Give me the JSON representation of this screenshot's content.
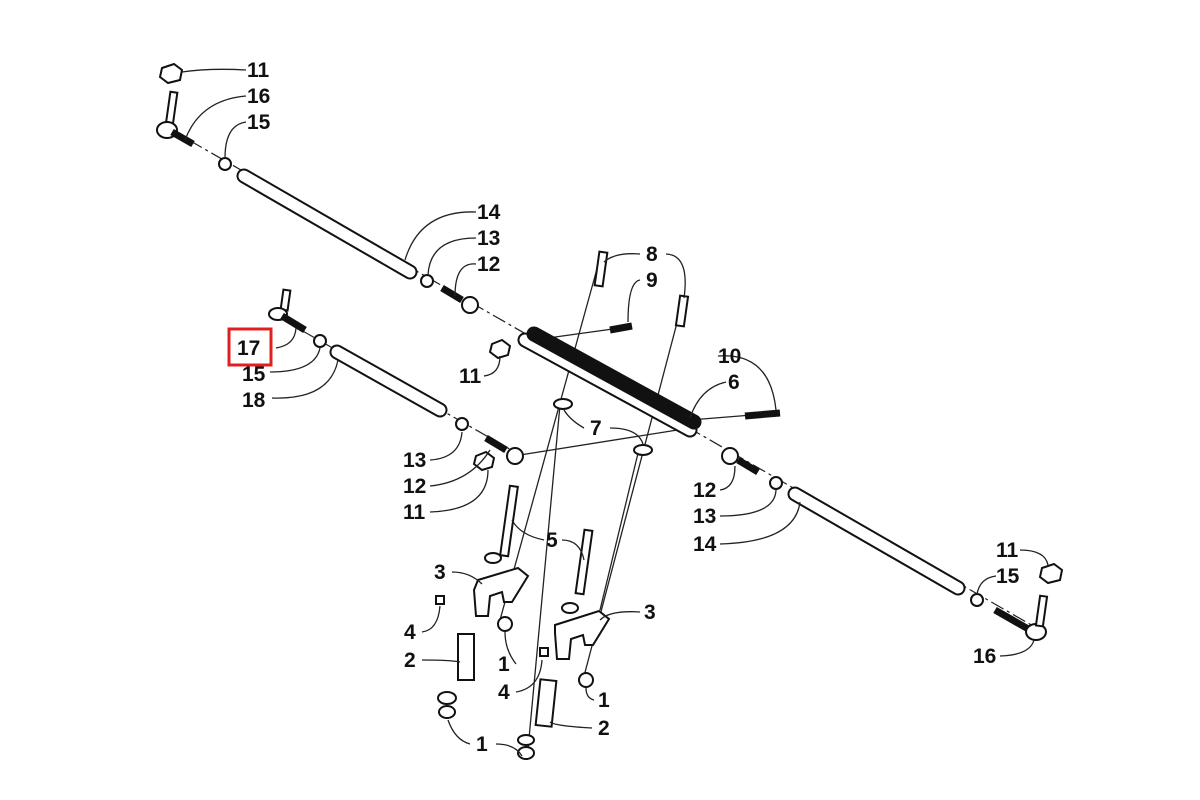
{
  "diagram": {
    "title": "Steering linkage exploded parts diagram",
    "highlight_color": "#e02020",
    "highlighted_part": "17",
    "labels": {
      "l11a": "11",
      "l16a": "16",
      "l15a": "15",
      "l14a": "14",
      "l13a": "13",
      "l12a": "12",
      "l8": "8",
      "l9": "9",
      "l17": "17",
      "l15b": "15",
      "l18": "18",
      "l11b": "11",
      "l10": "10",
      "l6": "6",
      "l7": "7",
      "l13b": "13",
      "l12b": "12",
      "l11c": "11",
      "l12c": "12",
      "l13c": "13",
      "l14b": "14",
      "l5": "5",
      "l11d": "11",
      "l15c": "15",
      "l16b": "16",
      "l3a": "3",
      "l3b": "3",
      "l4a": "4",
      "l2a": "2",
      "l1a": "1",
      "l4b": "4",
      "l1b": "1",
      "l2b": "2",
      "l1c": "1"
    }
  }
}
